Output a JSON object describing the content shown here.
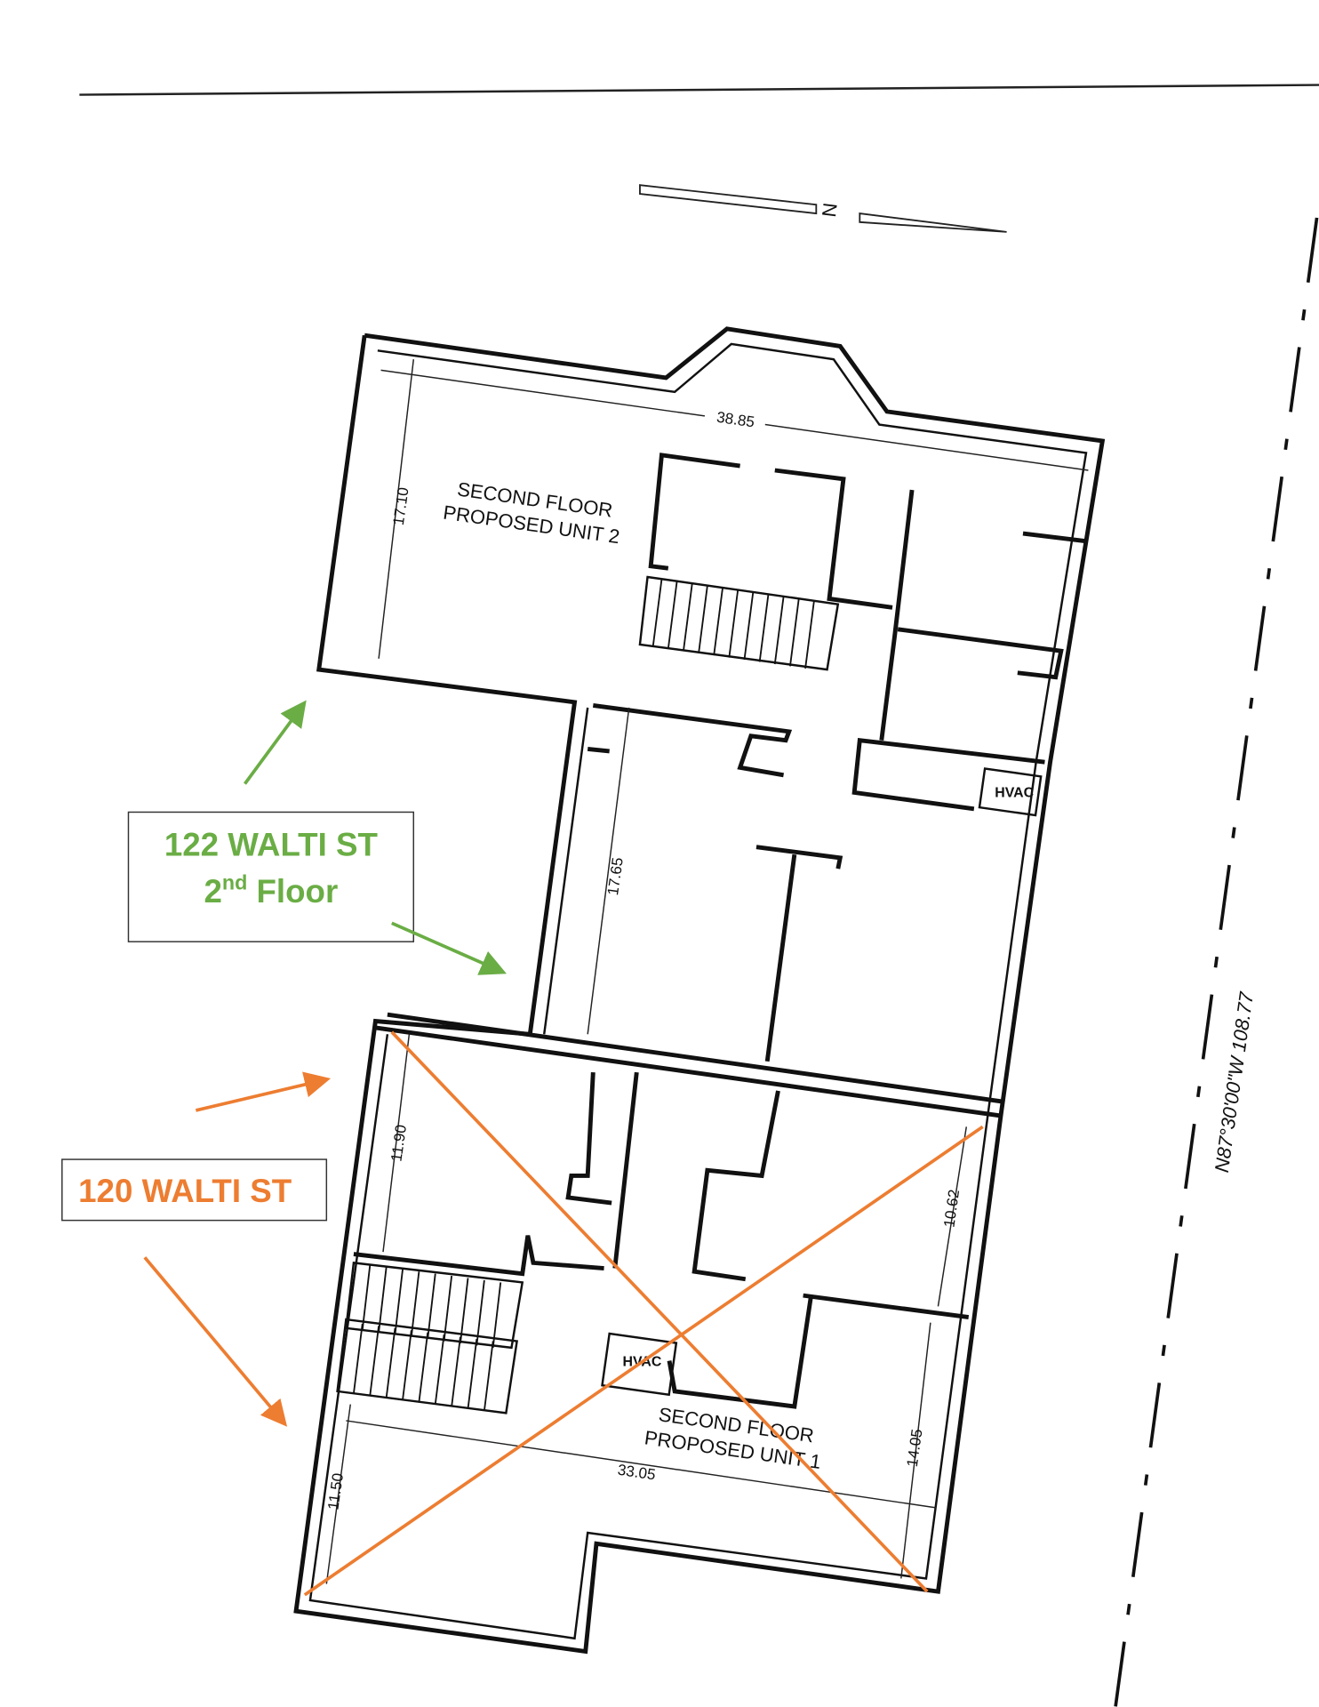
{
  "annotations": {
    "building_122": {
      "line1": "122 WALTI ST",
      "line2_num": "2",
      "line2_sup": "nd",
      "line2_rest": " Floor",
      "color": "#6aad45"
    },
    "building_120": {
      "line1": "120 WALTI ST",
      "color": "#ed7d31"
    }
  },
  "plan": {
    "north_label": "N",
    "unit2": {
      "line1": "SECOND FLOOR",
      "line2": "PROPOSED UNIT 2"
    },
    "unit1": {
      "line1": "SECOND FLOOR",
      "line2": "PROPOSED UNIT 1"
    },
    "hvac_label": "HVAC",
    "dimensions": {
      "top_width": "38.85",
      "unit2_depth": "17.10",
      "middle_depth": "17.65",
      "unit1_left_upper": "11.90",
      "unit1_right_upper": "10.62",
      "unit1_right_lower": "14.05",
      "unit1_left_lower": "11.50",
      "unit1_width": "33.05"
    },
    "property_line": "N87°30'00\"W 108.77"
  }
}
